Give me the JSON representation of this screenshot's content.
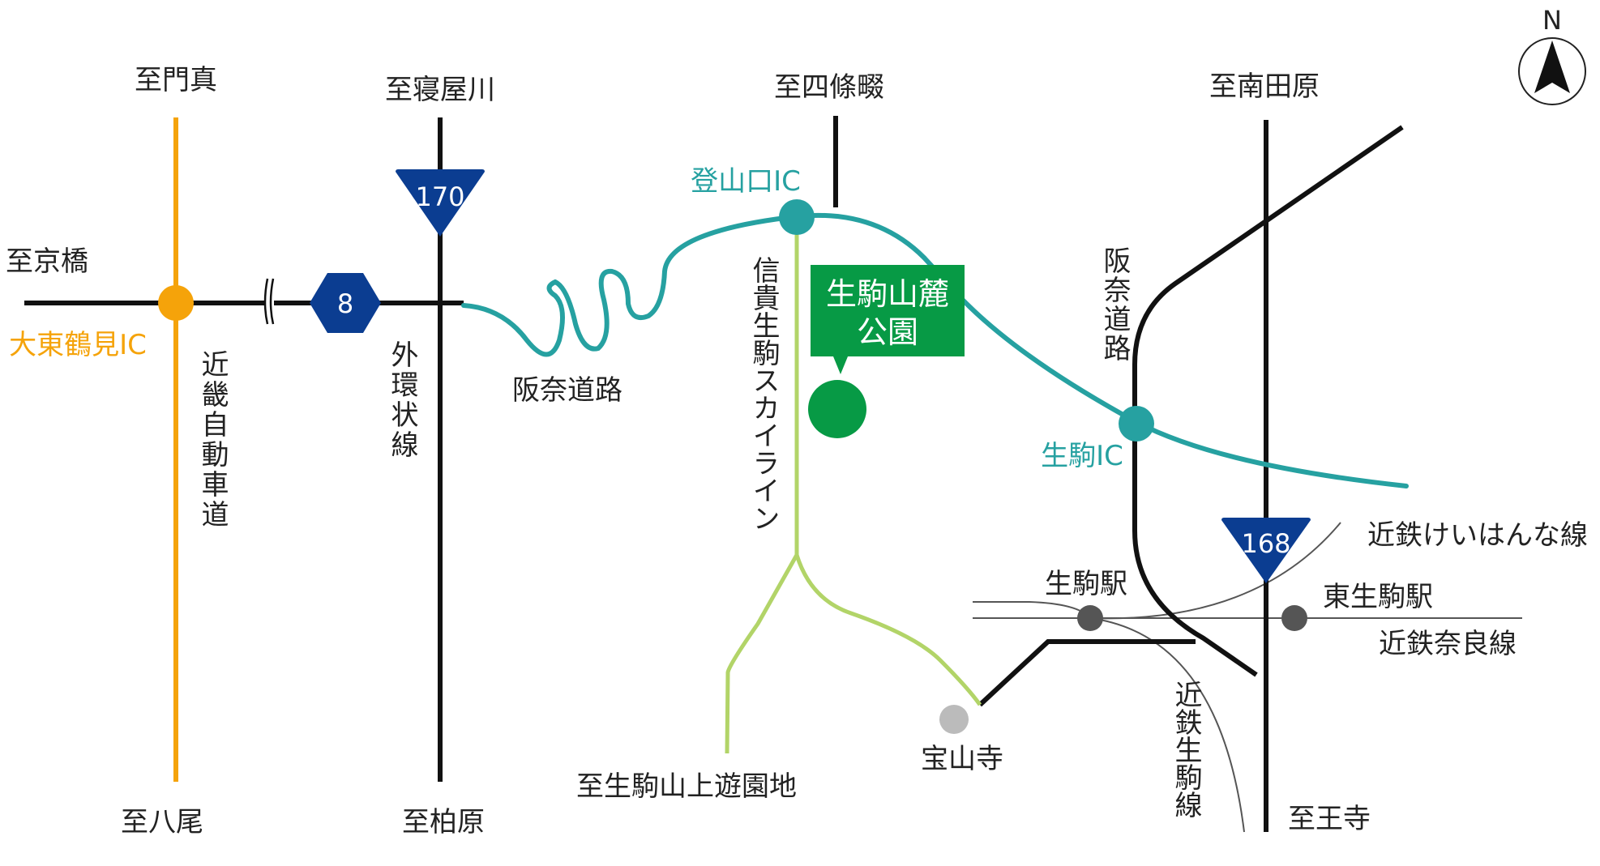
{
  "colors": {
    "orange": "#f5a30a",
    "teal": "#26a1a1",
    "navy": "#0b3d91",
    "green": "#079a45",
    "lightgreen": "#b2d468",
    "station": "#555555",
    "temple": "#bbbbbb",
    "line": "#111111"
  },
  "compass": {
    "label": "N"
  },
  "destinations": {
    "kadoma": "至門真",
    "neyagawa": "至寝屋川",
    "shijonawate": "至四條畷",
    "minamitawara": "至南田原",
    "kyobashi": "至京橋",
    "yao": "至八尾",
    "kashiwara": "至柏原",
    "sanjo_yuenchi": "至生駒山上遊園地",
    "oji": "至王寺"
  },
  "roads": {
    "kinki_expressway": "近畿自動車道",
    "outer_loop": "外環状線",
    "hanna_road_west": "阪奈道路",
    "hanna_road_east": "阪奈道路",
    "shigi_ikoma_skyline": "信貴生駒スカイライン"
  },
  "interchanges": {
    "daito_tsurumi": "大東鶴見IC",
    "tozanguchi": "登山口IC",
    "ikoma": "生駒IC"
  },
  "route_numbers": {
    "r170": "170",
    "r8": "8",
    "r168": "168"
  },
  "park": {
    "line1": "生駒山麓",
    "line2": "公園"
  },
  "railways": {
    "keihanna": "近鉄けいはんな線",
    "nara": "近鉄奈良線",
    "ikoma_line": "近鉄生駒線"
  },
  "stations": {
    "ikoma": "生駒駅",
    "higashi_ikoma": "東生駒駅"
  },
  "landmarks": {
    "hozanji": "宝山寺"
  }
}
